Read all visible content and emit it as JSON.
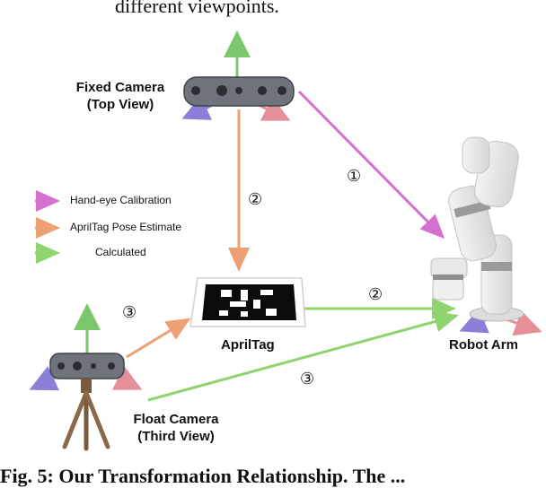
{
  "header": {
    "partial_text": "different viewpoints.",
    "caption_partial": "Fig. 5: Our Transformation Relationship. The ..."
  },
  "nodes": {
    "fixed_camera": {
      "line1": "Fixed Camera",
      "line2": "(Top View)"
    },
    "apriltag": {
      "label": "AprilTag"
    },
    "robot_arm": {
      "label": "Robot Arm"
    },
    "float_camera": {
      "line1": "Float Camera",
      "line2": "(Third View)"
    }
  },
  "legend": [
    {
      "label": "Hand-eye Calibration",
      "color": "#d56fd0"
    },
    {
      "label": "AprilTag Pose Estimate",
      "color": "#ee9f74"
    },
    {
      "label": "Calculated",
      "color": "#8fd46f"
    }
  ],
  "step_markers": {
    "one": "①",
    "two_vertical": "②",
    "two_horizontal": "②",
    "three_upper": "③",
    "three_lower": "③"
  },
  "colors": {
    "axis_x": "#e58f98",
    "axis_y": "#7bc86c",
    "axis_z": "#8b7fd8"
  }
}
